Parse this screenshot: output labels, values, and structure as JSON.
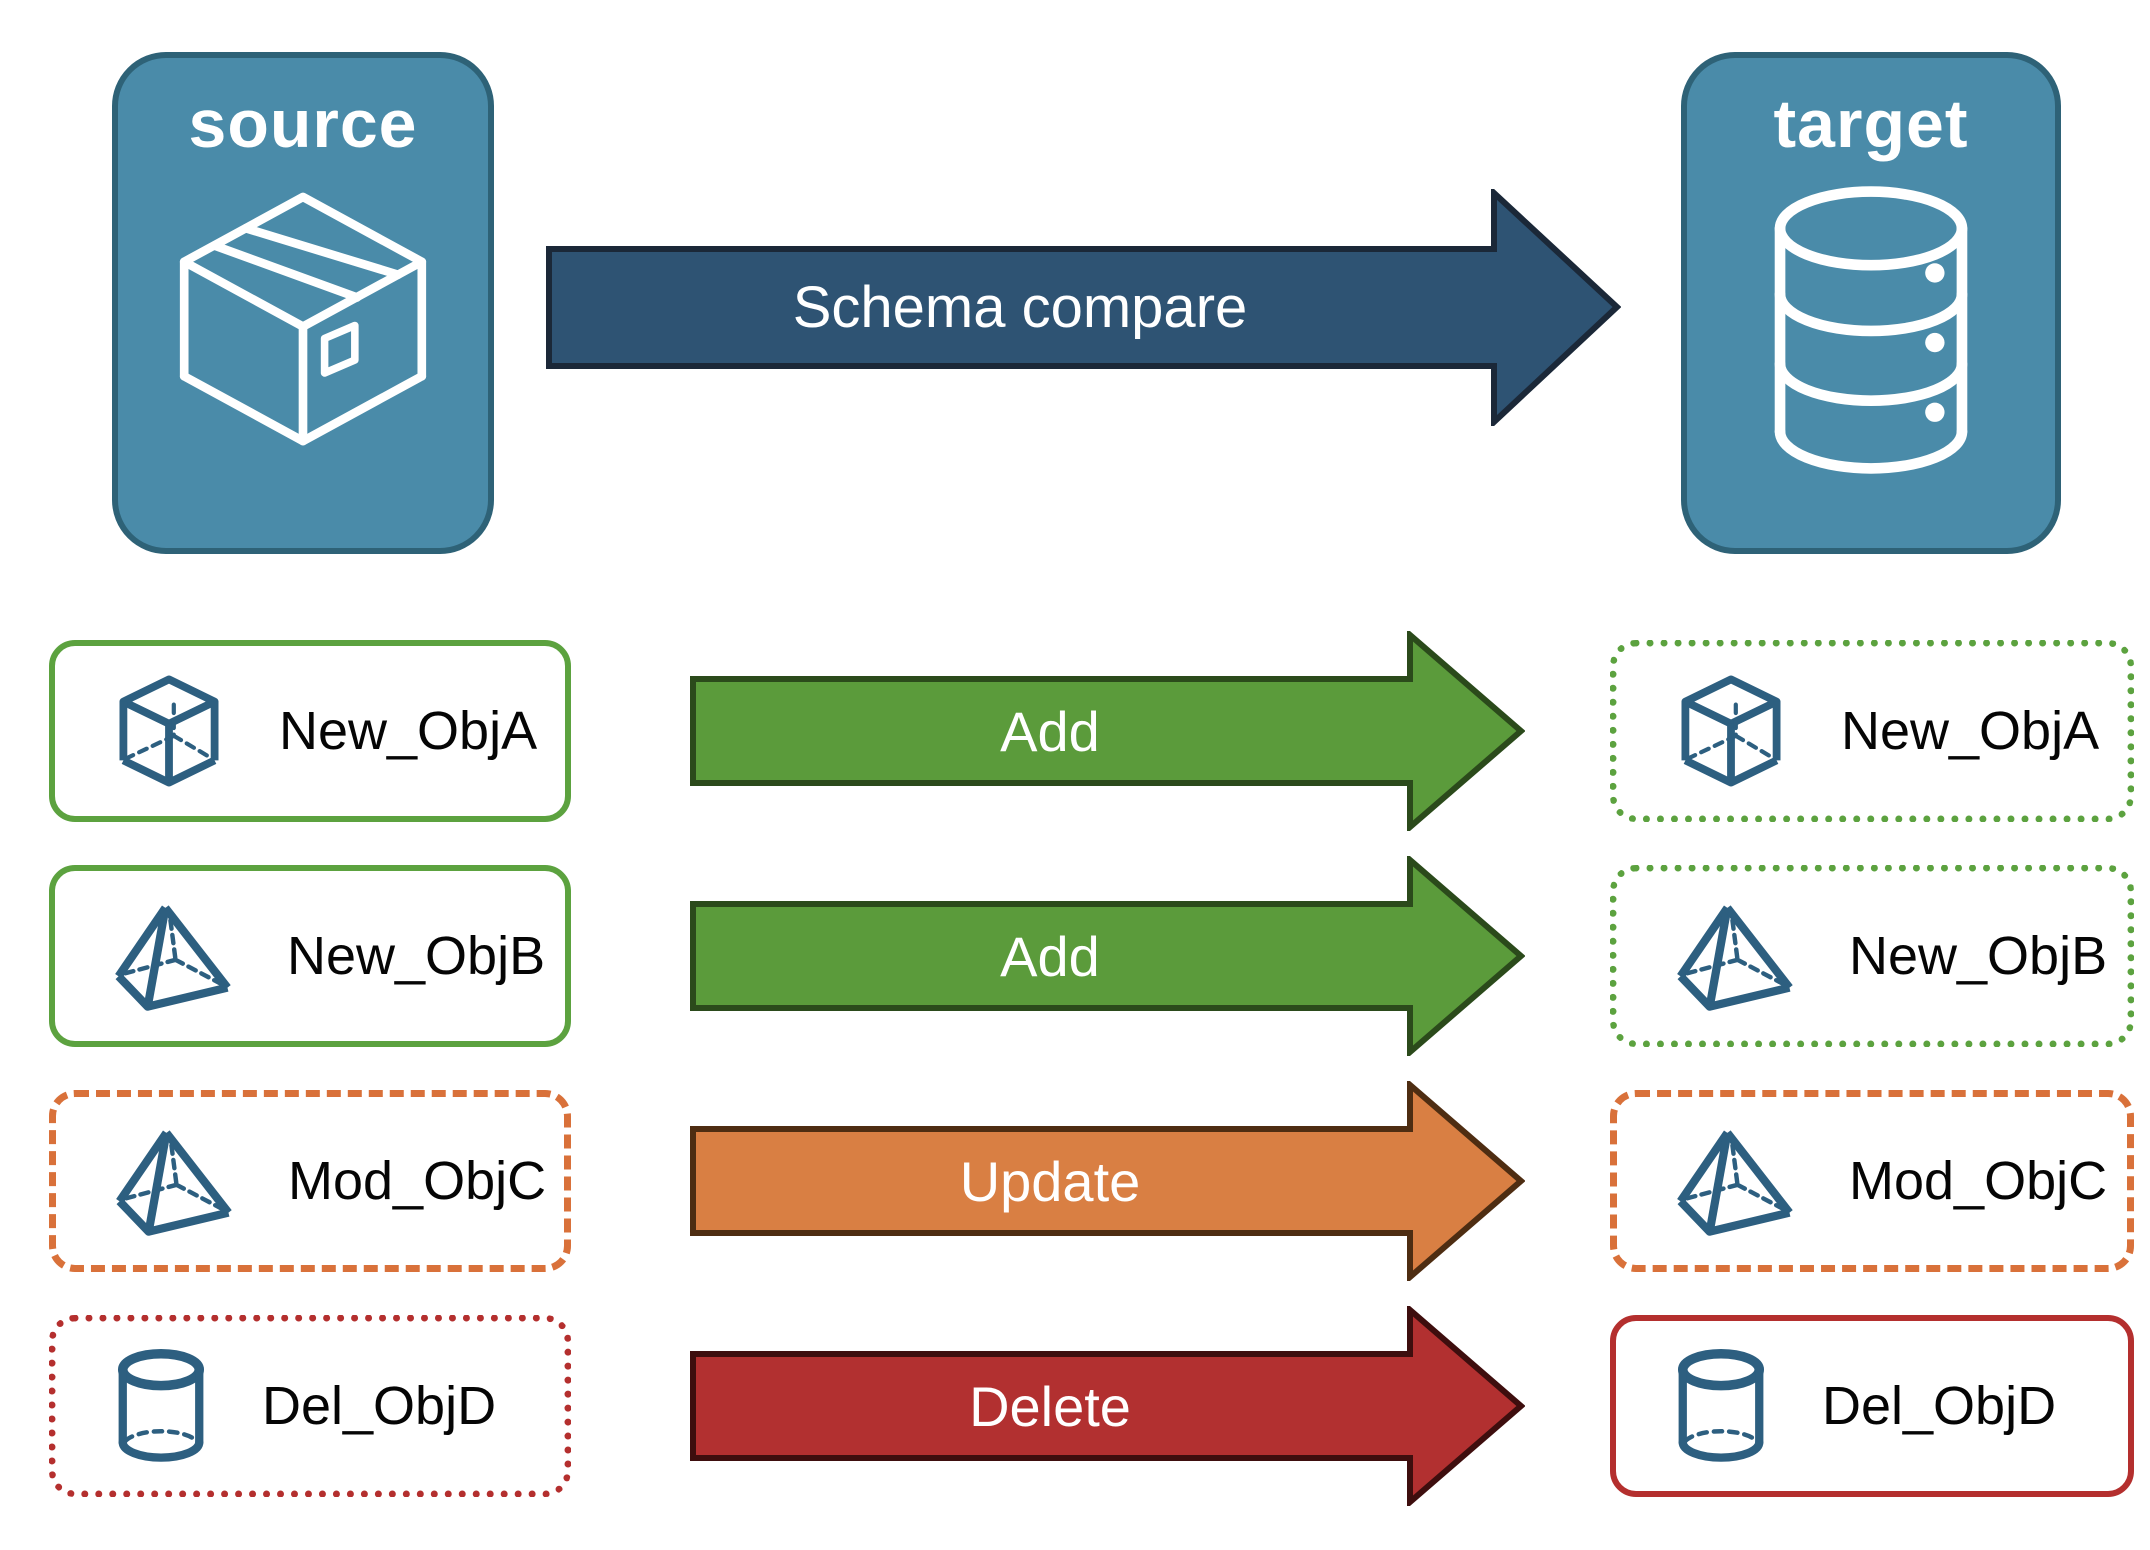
{
  "source_panel": {
    "label": "source",
    "icon": "package-icon"
  },
  "target_panel": {
    "label": "target",
    "icon": "database-icon"
  },
  "compare_arrow": {
    "label": "Schema compare"
  },
  "rows": [
    {
      "label": "New_ObjA",
      "icon": "cube-icon",
      "action": "Add",
      "source_border": "solid-green",
      "target_border": "dotted-green"
    },
    {
      "label": "New_ObjB",
      "icon": "pyramid-icon",
      "action": "Add",
      "source_border": "solid-green",
      "target_border": "dotted-green"
    },
    {
      "label": "Mod_ObjC",
      "icon": "pyramid-icon",
      "action": "Update",
      "source_border": "dashed-orange",
      "target_border": "dashed-orange"
    },
    {
      "label": "Del_ObjD",
      "icon": "cylinder-icon",
      "action": "Delete",
      "source_border": "dotted-red",
      "target_border": "solid-red"
    }
  ],
  "colors": {
    "panel_blue": "#4A8BA9",
    "panel_border": "#2E6277",
    "icon_blue": "#2D5F80",
    "compare_arrow_blue": "#2E5373",
    "add_green": "#5B9B3B",
    "green_border": "#5CA23F",
    "update_orange": "#D97F43",
    "orange_border": "#D9713A",
    "delete_red": "#B23030",
    "red_border": "#B42F2E"
  }
}
